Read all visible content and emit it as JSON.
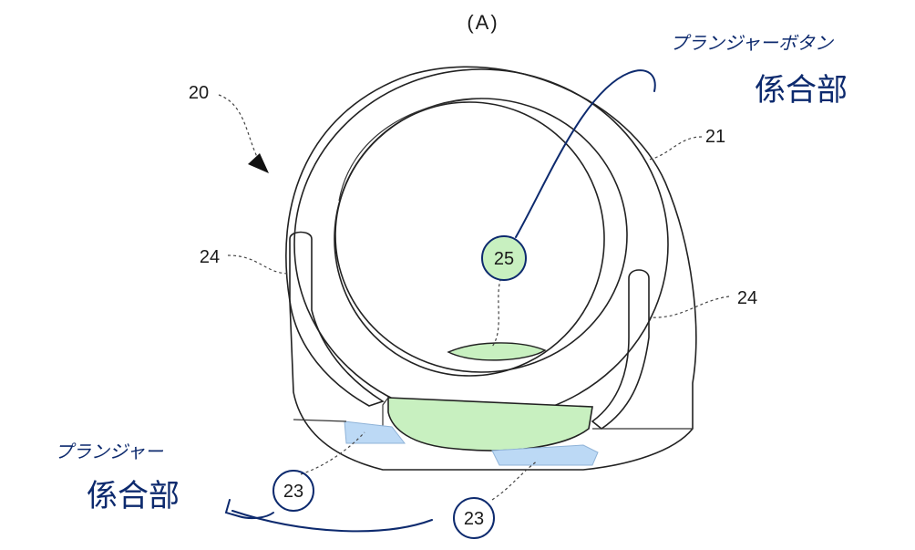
{
  "figure": {
    "panel_label": "(A)",
    "ref_labels": {
      "device": "20",
      "ring_body": "21",
      "slot_left": "24",
      "slot_right": "24",
      "button_engaging": "25",
      "plunger_engaging_left": "23",
      "plunger_engaging_right": "23"
    }
  },
  "annotations": {
    "top_right_line1": "プランジャーボタン",
    "top_right_line2": "係合部",
    "bottom_left_line1": "プランジャー",
    "bottom_left_line2": "係合部"
  },
  "colors": {
    "ink": "#222222",
    "handwriting": "#0d2a6e",
    "highlight_green": "#c8f0c0",
    "highlight_blue": "#bcd9f5"
  }
}
